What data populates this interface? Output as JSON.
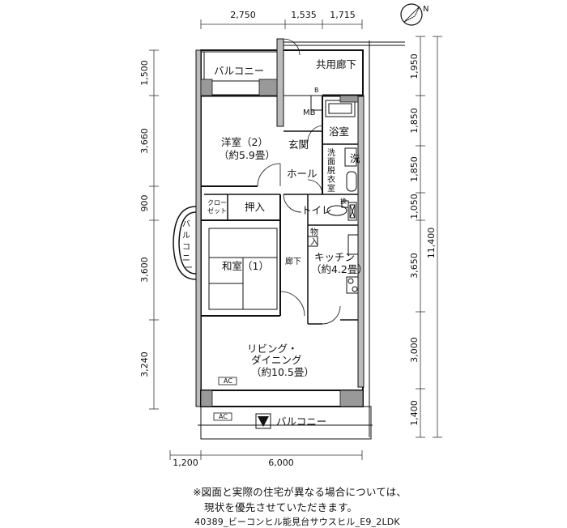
{
  "rooms": {
    "balcony_top": "バルコニー",
    "corridor_common": "共用廊下",
    "western_room_2": "洋室（2）",
    "western_room_2_size": "（約5.9畳）",
    "mb": "MB",
    "b": "B",
    "entrance": "玄関",
    "bathroom": "浴室",
    "laundry": "洗",
    "washroom": [
      "洗",
      "面",
      "脱",
      "衣",
      "室"
    ],
    "hall": "ホール",
    "closet": [
      "クロー",
      "ゼット"
    ],
    "oshiire": "押入",
    "toilet": "トイレ",
    "balcony_side": [
      "バ",
      "ル",
      "コ",
      "ニ",
      "ー"
    ],
    "storage": [
      "物",
      "入"
    ],
    "japanese_room": "和室（1）",
    "hallway": "廊下",
    "kitchen": "キッチン",
    "kitchen_size": "（約4.2畳）",
    "living_1": "リビング・",
    "living_2": "ダイニング",
    "living_size": "（約10.5畳）",
    "ac": "AC",
    "balcony_bottom": "バルコニー",
    "vent": "換"
  },
  "dimensions": {
    "top": [
      "2,750",
      "1,535",
      "1,715"
    ],
    "left": [
      "1,500",
      "3,660",
      "900",
      "3,600",
      "3,240"
    ],
    "right": [
      "1,950",
      "1,850",
      "1,850",
      "1,050",
      "3,650",
      "3,000",
      "1,400"
    ],
    "right_total": "11,400",
    "bottom": [
      "1,200",
      "6,000"
    ]
  },
  "compass": "N",
  "notes": [
    "※図面と実際の住宅が異なる場合については、",
    "現状を優先させていただきます。"
  ],
  "caption": "40389_ビーコンヒル能見台サウスヒル_E9_2LDK"
}
